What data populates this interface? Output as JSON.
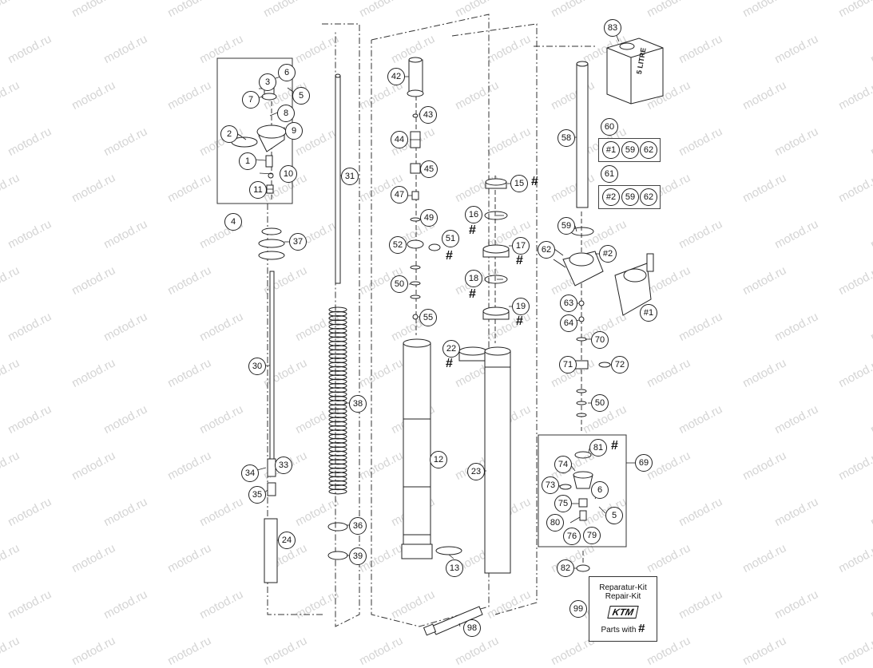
{
  "watermark": "motod.ru",
  "labels": {
    "p1": "1",
    "p2": "2",
    "p3": "3",
    "p4": "4",
    "p5": "5",
    "p6": "6",
    "p7": "7",
    "p8": "8",
    "p9": "9",
    "p10": "10",
    "p11": "11",
    "p12": "12",
    "p13": "13",
    "p15": "15",
    "p16": "16",
    "p17": "17",
    "p18": "18",
    "p19": "19",
    "p22": "22",
    "p23": "23",
    "p24": "24",
    "p30": "30",
    "p31": "31",
    "p33": "33",
    "p34": "34",
    "p35": "35",
    "p36": "36",
    "p37": "37",
    "p38": "38",
    "p39": "39",
    "p42": "42",
    "p43": "43",
    "p44": "44",
    "p45": "45",
    "p47": "47",
    "p49": "49",
    "p50": "50",
    "p50b": "50",
    "p51": "51",
    "p52": "52",
    "p55": "55",
    "p58": "58",
    "p59": "59",
    "p60": "60",
    "p61": "61",
    "p62": "62",
    "p63": "63",
    "p64": "64",
    "p69": "69",
    "p70": "70",
    "p71": "71",
    "p72": "72",
    "p73": "73",
    "p74": "74",
    "p75": "75",
    "p76": "76",
    "p79": "79",
    "p80": "80",
    "p81": "81",
    "p82": "82",
    "p83": "83",
    "p98": "98",
    "p99": "99",
    "p5b": "5",
    "p6b": "6",
    "h1": "#1",
    "h2": "#2",
    "h1b": "#1",
    "h2b": "#2",
    "box1": [
      "#1",
      "59",
      "62"
    ],
    "box2": [
      "#2",
      "59",
      "62"
    ]
  },
  "hash_symbol": "#",
  "can_text": "5 LITRE",
  "kit": {
    "line1": "Reparatur-Kit",
    "line2": "Repair-Kit",
    "brand": "KTM",
    "parts_with": "Parts with"
  }
}
